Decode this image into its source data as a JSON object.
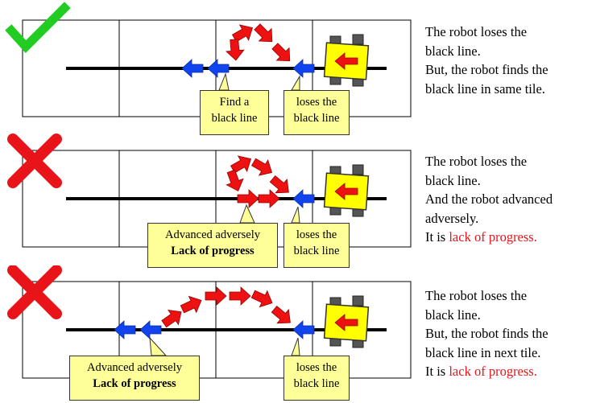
{
  "colors": {
    "check": "#22cc22",
    "cross": "#e8141a",
    "arrow_red": "#ee1111",
    "arrow_blue": "#1144ee",
    "robot_body": "#ffff00",
    "callout_fill": "#ffff99",
    "highlight_text": "#e8141a"
  },
  "icons": [
    "check-mark-icon",
    "cross-mark-icon",
    "robot-icon",
    "arrow-icon"
  ],
  "panels": [
    {
      "verdict": "check",
      "callout_left": {
        "lines": [
          "Find a",
          "black line"
        ]
      },
      "callout_right": {
        "lines": [
          "loses the",
          "black line"
        ]
      },
      "desc": {
        "line1": "The robot loses the",
        "line2": "black line.",
        "line3": "But, the robot finds the",
        "line4": "black line in same tile."
      }
    },
    {
      "verdict": "cross",
      "callout_left": {
        "lines": [
          "Advanced adversely",
          "Lack of progress"
        ]
      },
      "callout_right": {
        "lines": [
          "loses the",
          "black line"
        ]
      },
      "desc": {
        "line1": "The robot loses the",
        "line2": "black line.",
        "line3": "And the robot advanced",
        "line4": "adversely.",
        "line5_prefix": "It is ",
        "line5_highlight": "lack of progress",
        "line5_suffix": "."
      }
    },
    {
      "verdict": "cross",
      "callout_left": {
        "lines": [
          "Advanced adversely",
          "Lack of progress"
        ]
      },
      "callout_right": {
        "lines": [
          "loses the",
          "black line"
        ]
      },
      "desc": {
        "line1": "The robot loses the",
        "line2": "black line.",
        "line3": "But, the robot finds the",
        "line4": "black line in next tile.",
        "line5_prefix": "It is ",
        "line5_highlight": "lack of progress",
        "line5_suffix": "."
      }
    }
  ]
}
